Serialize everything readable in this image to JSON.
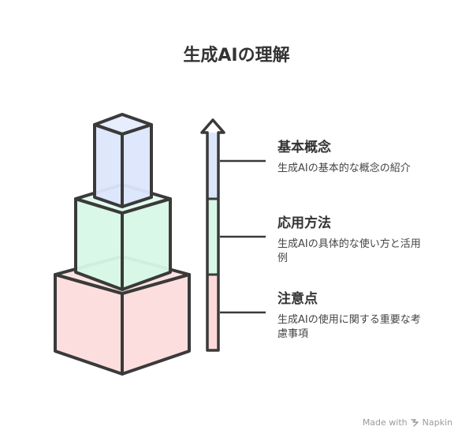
{
  "title": "生成AIの理解",
  "items": [
    {
      "heading": "基本概念",
      "description": "生成AIの基本的な概念の紹介",
      "color": "#dce6fb"
    },
    {
      "heading": "応用方法",
      "description": "生成AIの具体的な使い方と活用例",
      "color": "#d7f8e6"
    },
    {
      "heading": "注意点",
      "description": "生成AIの使用に関する重要な考慮事項",
      "color": "#fddada"
    }
  ],
  "watermark": {
    "made_with": "Made with",
    "brand": "Napkin"
  }
}
